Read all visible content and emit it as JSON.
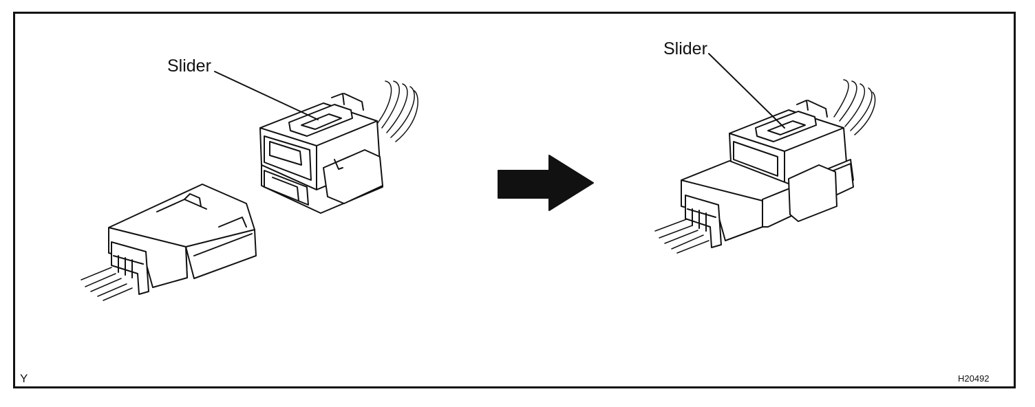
{
  "figure": {
    "left_label": "Slider",
    "right_label": "Slider",
    "corner_left": "Y",
    "corner_right": "H20492"
  },
  "icons": [
    "connector-disconnected-icon",
    "arrow-right-icon",
    "connector-connected-icon"
  ],
  "colors": {
    "line": "#111111",
    "background": "#ffffff"
  }
}
